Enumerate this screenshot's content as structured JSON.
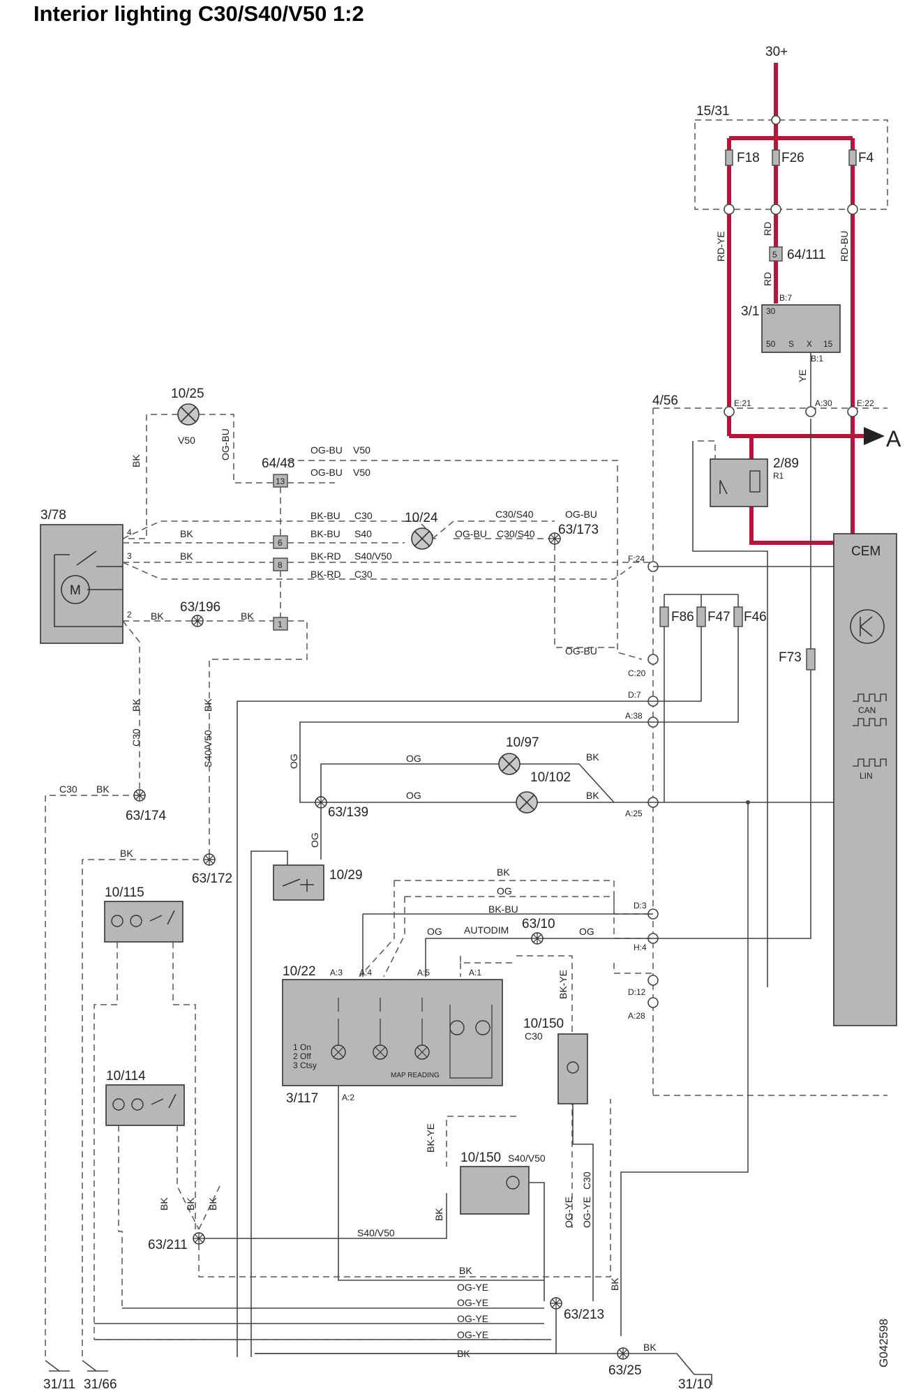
{
  "title": "Interior lighting C30/S40/V50 1:2",
  "drawing_id": "G042598",
  "arrow_label": "A",
  "colors": {
    "power": "#b5163a",
    "wire": "#444444",
    "component": "#b7b7b7"
  },
  "components": {
    "supply": "30+",
    "fuse_box": "15/31",
    "f18": "F18",
    "f26": "F26",
    "f4": "F4",
    "splice_64_111": "64/111",
    "pin5": "5",
    "ignition_switch": "3/1",
    "relay": "2/89",
    "relay_r1": "R1",
    "cem_box": "4/56",
    "cem": "CEM",
    "f86": "F86",
    "f47": "F47",
    "f46": "F46",
    "f73": "F73",
    "motor_module": "3/78",
    "motor": "M",
    "lamp_10_25": "10/25",
    "lamp_10_25_variant": "V50",
    "connector_64_48": "64/48",
    "lamp_10_24": "10/24",
    "gnd_63_173": "63/173",
    "gnd_63_196": "63/196",
    "gnd_63_174": "63/174",
    "gnd_63_172": "63/172",
    "gnd_63_139": "63/139",
    "gnd_63_10": "63/10",
    "gnd_63_211": "63/211",
    "gnd_63_213": "63/213",
    "gnd_63_25": "63/25",
    "lamp_10_97": "10/97",
    "lamp_10_102": "10/102",
    "switch_10_29": "10/29",
    "lamp_10_115": "10/115",
    "lamp_10_114": "10/114",
    "console_10_22": "10/22",
    "console_3_117": "3/117",
    "map_reading": "MAP READING",
    "legend_on": "1 On",
    "legend_off": "2 Off",
    "legend_ctsy": "3 Ctsy",
    "lamp_10_150_c30": "10/150",
    "lamp_10_150_c30_variant": "C30",
    "lamp_10_150_s40": "10/150",
    "lamp_10_150_s40_variant": "S40/V50",
    "ground_31_11": "31/11",
    "ground_31_66": "31/66",
    "ground_31_10": "31/10",
    "can": "CAN",
    "lin": "LIN"
  },
  "wire_labels": {
    "rd_ye": "RD-YE",
    "rd_1": "RD",
    "rd_2": "RD",
    "rd_bu": "RD-BU",
    "ye": "YE",
    "bk_1025": "BK",
    "og_bu_1025": "OG-BU",
    "og_bu_v50_a": "OG-BU",
    "v50_a": "V50",
    "og_bu_v50_b": "OG-BU",
    "v50_b": "V50",
    "bk_bu_c30": "BK-BU",
    "c30_a": "C30",
    "c30_s40_a": "C30/S40",
    "og_bu_a": "OG-BU",
    "bk_4": "BK",
    "bk_bu_s40": "BK-BU",
    "s40_a": "S40",
    "og_bu_b": "OG-BU",
    "c30_s40_b": "C30/S40",
    "bk_3": "BK",
    "bk_rd_s40v50": "BK-RD",
    "s40v50_a": "S40/V50",
    "bk_rd_c30": "BK-RD",
    "c30_b": "C30",
    "bk_2a": "BK",
    "bk_2b": "BK",
    "og_bu_c20": "OG-BU",
    "bk_v1": "BK",
    "c30_v1": "C30",
    "bk_v2": "BK",
    "s40v50_v2": "S40/V50",
    "c30_h": "C30",
    "bk_h": "BK",
    "og_v": "OG",
    "og_1097": "OG",
    "bk_1097": "BK",
    "og_10102": "OG",
    "bk_10102": "BK",
    "og_1029": "OG",
    "bk_172": "BK",
    "bk_d3": "BK",
    "og_d3": "OG",
    "bk_bu_d3": "BK-BU",
    "og_h4a": "OG",
    "autodim": "AUTODIM",
    "og_h4b": "OG",
    "bk_ye_v": "BK-YE",
    "bk_ye_s": "BK-YE",
    "bk_211a": "BK",
    "bk_211b": "BK",
    "bk_211c": "BK",
    "bk_s40": "BK",
    "s40v50_211": "S40/V50",
    "og_ye_v1": "OG-YE",
    "og_ye_v2": "OG-YE",
    "c30_v3": "C30",
    "bk_b1": "BK",
    "og_ye_b1": "OG-YE",
    "og_ye_b2": "OG-YE",
    "og_ye_b3": "OG-YE",
    "og_ye_b4": "OG-YE",
    "bk_b2": "BK",
    "bk_25": "BK",
    "bk_v25": "BK"
  },
  "pins": {
    "e21": "E:21",
    "a30": "A:30",
    "e22": "E:22",
    "f24": "F:24",
    "c20": "C:20",
    "d7": "D:7",
    "a38": "A:38",
    "a25": "A:25",
    "d3": "D:3",
    "h4": "H:4",
    "d12": "D:12",
    "a28": "A:28",
    "b7": "B:7",
    "b1": "B:1",
    "k30": "30",
    "k50": "50",
    "ks": "S",
    "kx": "X",
    "k15": "15",
    "a3": "A:3",
    "a4": "A:4",
    "a5": "A:5",
    "a1": "A:1",
    "a2": "A:2",
    "c13": "13",
    "c6": "6",
    "c8": "8",
    "c1": "1"
  }
}
